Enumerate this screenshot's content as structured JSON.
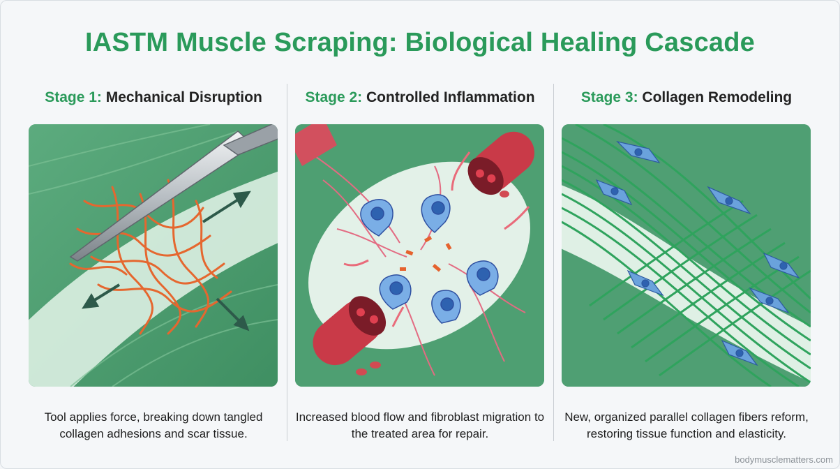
{
  "title": "IASTM Muscle Scraping: Biological Healing Cascade",
  "colors": {
    "accent": "#2a9a5a",
    "muscle": "#4a9e6f",
    "collagen": "#e2622e",
    "vessel": "#c93a48",
    "cell": "#4b8fd6"
  },
  "stages": [
    {
      "number": "Stage 1:",
      "name": "Mechanical Disruption",
      "caption": "Tool applies force, breaking down tangled collagen adhesions and scar tissue."
    },
    {
      "number": "Stage 2:",
      "name": "Controlled Inflammation",
      "caption": "Increased blood flow and fibroblast migration to the treated area for repair."
    },
    {
      "number": "Stage 3:",
      "name": "Collagen Remodeling",
      "caption": "New, organized parallel collagen fibers reform, restoring tissue function and elasticity."
    }
  ],
  "credit": "bodymusclematters.com"
}
